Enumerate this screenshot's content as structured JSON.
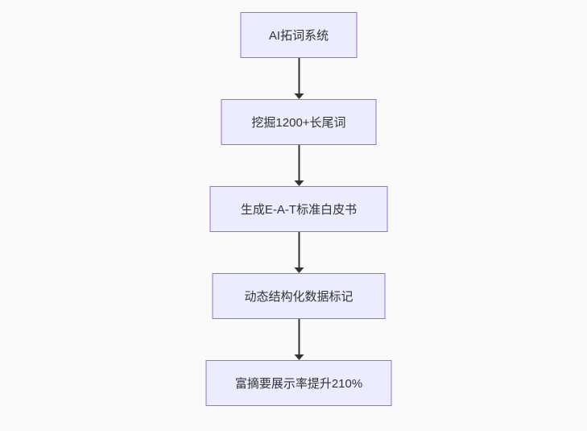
{
  "diagram": {
    "type": "flowchart",
    "direction": "top-down",
    "nodes": [
      {
        "id": "A",
        "label": "AI拓词系统"
      },
      {
        "id": "B",
        "label": "挖掘1200+长尾词"
      },
      {
        "id": "C",
        "label": "生成E-A-T标准白皮书"
      },
      {
        "id": "D",
        "label": "动态结构化数据标记"
      },
      {
        "id": "E",
        "label": "富摘要展示率提升210%"
      }
    ],
    "edges": [
      {
        "from": "A",
        "to": "B"
      },
      {
        "from": "B",
        "to": "C"
      },
      {
        "from": "C",
        "to": "D"
      },
      {
        "from": "D",
        "to": "E"
      }
    ]
  },
  "theme": {
    "background": "#fafafa",
    "node_fill": "#ececff",
    "node_border": "#9370db",
    "arrow_color": "#333333",
    "text_color": "#333333"
  }
}
